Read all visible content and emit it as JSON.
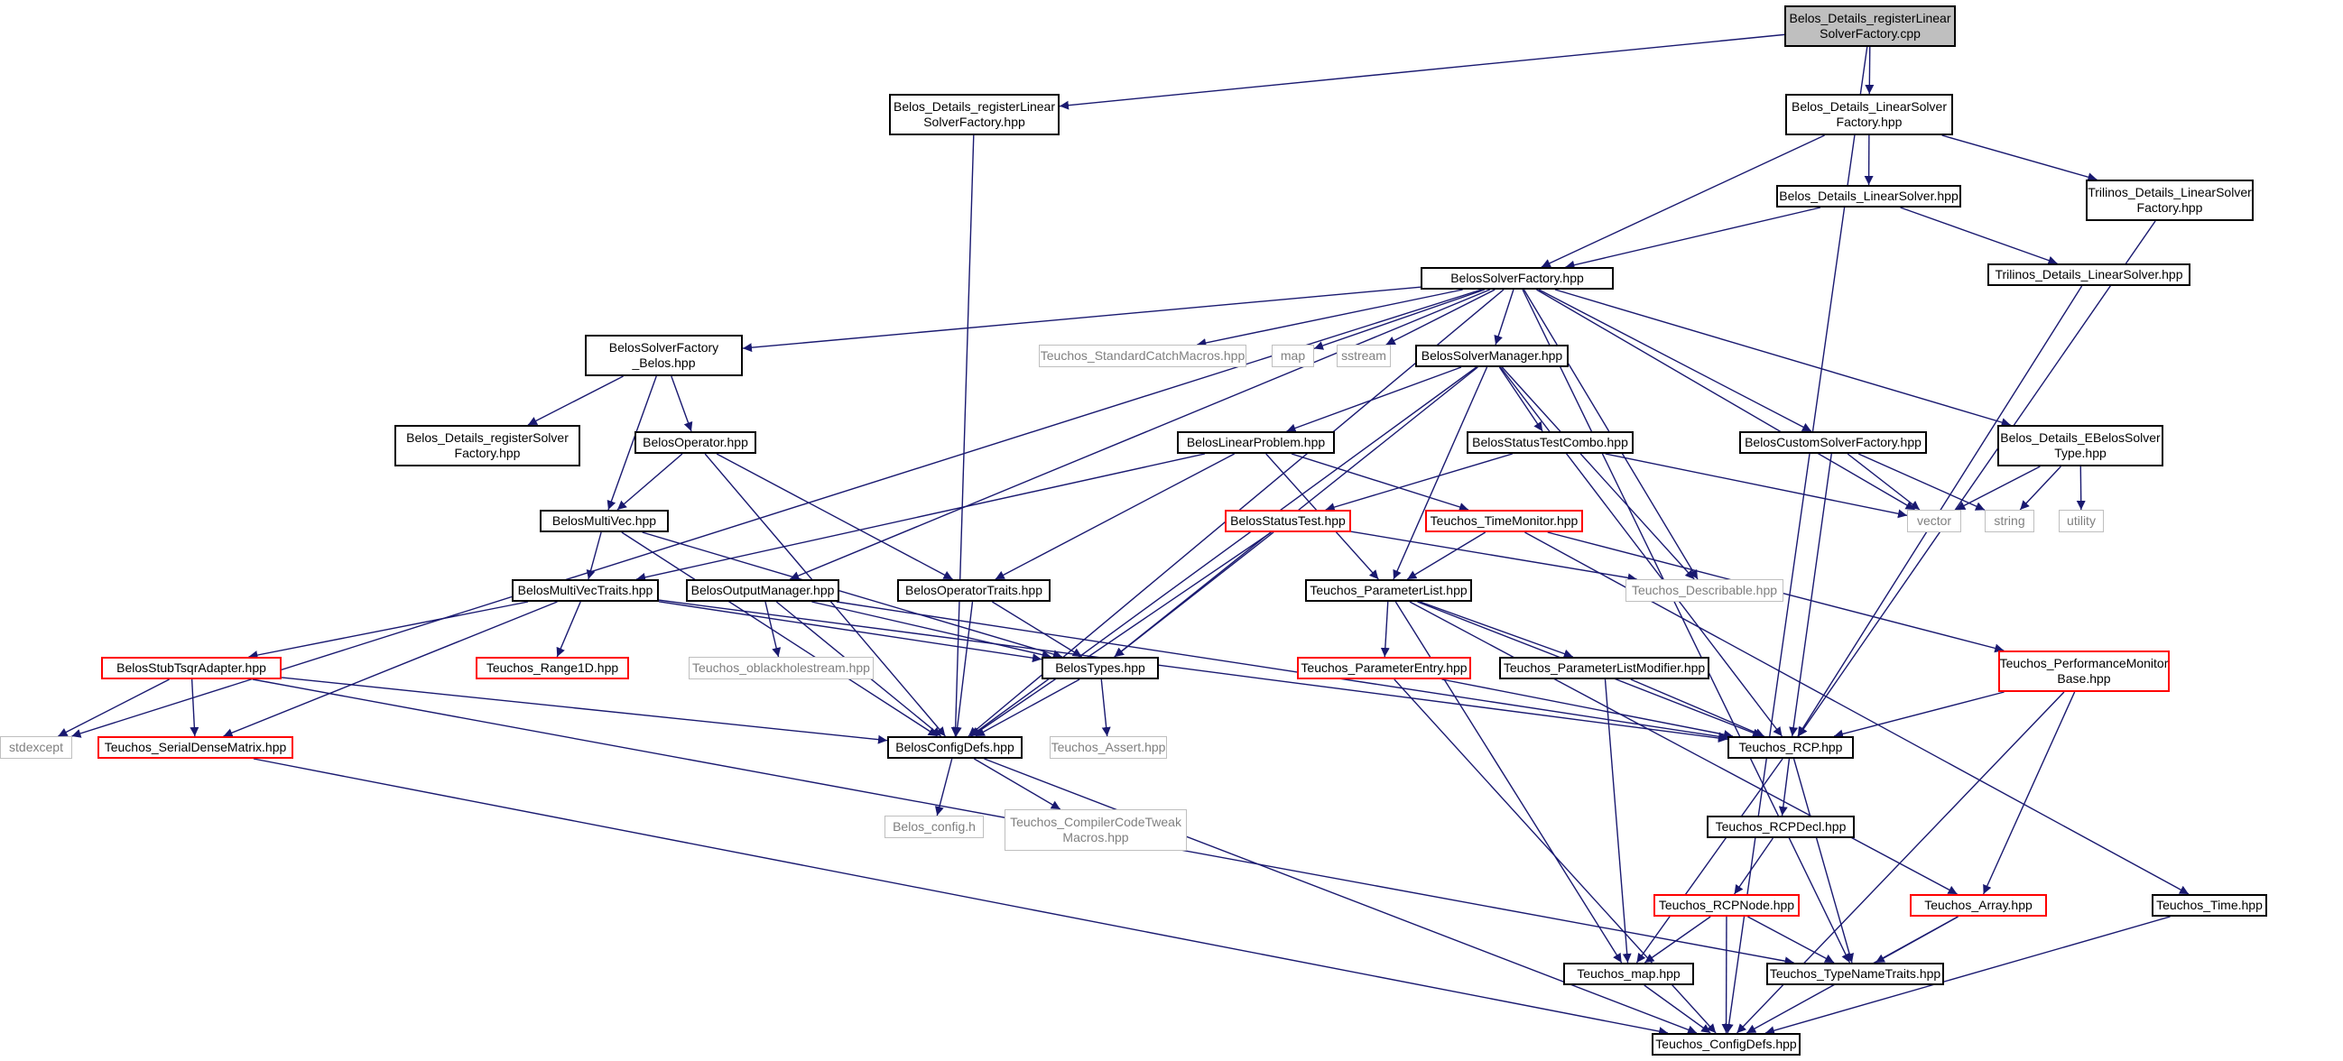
{
  "colors": {
    "edge": "#191970",
    "node_border": "#000000",
    "incomplete_border": "#ff0000",
    "external_border": "#bfbfbf",
    "external_text": "#7f7f7f",
    "root_fill": "#bfbfbf"
  },
  "nodes": [
    {
      "id": "n0",
      "label": "Belos_Details_registerLinear\nSolverFactory.cpp",
      "style": "root"
    },
    {
      "id": "n1",
      "label": "Belos_Details_registerLinear\nSolverFactory.hpp",
      "style": "normal"
    },
    {
      "id": "n2",
      "label": "Belos_Details_LinearSolver\nFactory.hpp",
      "style": "normal"
    },
    {
      "id": "n3",
      "label": "Belos_Details_LinearSolver.hpp",
      "style": "normal"
    },
    {
      "id": "n4",
      "label": "Trilinos_Details_LinearSolver\nFactory.hpp",
      "style": "normal"
    },
    {
      "id": "n5",
      "label": "BelosSolverFactory.hpp",
      "style": "normal"
    },
    {
      "id": "n6",
      "label": "Trilinos_Details_LinearSolver.hpp",
      "style": "normal"
    },
    {
      "id": "n7",
      "label": "BelosSolverFactory\n_Belos.hpp",
      "style": "normal"
    },
    {
      "id": "n8",
      "label": "Teuchos_StandardCatchMacros.hpp",
      "style": "external"
    },
    {
      "id": "n9",
      "label": "map",
      "style": "external"
    },
    {
      "id": "n10",
      "label": "sstream",
      "style": "external"
    },
    {
      "id": "n11",
      "label": "BelosSolverManager.hpp",
      "style": "normal"
    },
    {
      "id": "n12",
      "label": "Belos_Details_registerSolver\nFactory.hpp",
      "style": "normal"
    },
    {
      "id": "n13",
      "label": "BelosOperator.hpp",
      "style": "normal"
    },
    {
      "id": "n14",
      "label": "BelosLinearProblem.hpp",
      "style": "normal"
    },
    {
      "id": "n15",
      "label": "BelosStatusTestCombo.hpp",
      "style": "normal"
    },
    {
      "id": "n16",
      "label": "BelosCustomSolverFactory.hpp",
      "style": "normal"
    },
    {
      "id": "n17",
      "label": "Belos_Details_EBelosSolver\nType.hpp",
      "style": "normal"
    },
    {
      "id": "n18",
      "label": "BelosMultiVec.hpp",
      "style": "normal"
    },
    {
      "id": "n19",
      "label": "BelosStatusTest.hpp",
      "style": "red"
    },
    {
      "id": "n20",
      "label": "Teuchos_TimeMonitor.hpp",
      "style": "red"
    },
    {
      "id": "n21",
      "label": "vector",
      "style": "external"
    },
    {
      "id": "n22",
      "label": "string",
      "style": "external"
    },
    {
      "id": "n23",
      "label": "utility",
      "style": "external"
    },
    {
      "id": "n24",
      "label": "BelosMultiVecTraits.hpp",
      "style": "normal"
    },
    {
      "id": "n25",
      "label": "BelosOutputManager.hpp",
      "style": "normal"
    },
    {
      "id": "n26",
      "label": "BelosOperatorTraits.hpp",
      "style": "normal"
    },
    {
      "id": "n27",
      "label": "Teuchos_ParameterList.hpp",
      "style": "normal"
    },
    {
      "id": "n28",
      "label": "Teuchos_Describable.hpp",
      "style": "external"
    },
    {
      "id": "n29",
      "label": "BelosStubTsqrAdapter.hpp",
      "style": "red"
    },
    {
      "id": "n30",
      "label": "Teuchos_Range1D.hpp",
      "style": "red"
    },
    {
      "id": "n31",
      "label": "Teuchos_oblackholestream.hpp",
      "style": "external"
    },
    {
      "id": "n32",
      "label": "BelosTypes.hpp",
      "style": "normal"
    },
    {
      "id": "n33",
      "label": "Teuchos_ParameterEntry.hpp",
      "style": "red"
    },
    {
      "id": "n34",
      "label": "Teuchos_ParameterListModifier.hpp",
      "style": "normal"
    },
    {
      "id": "n35",
      "label": "Teuchos_PerformanceMonitor\nBase.hpp",
      "style": "red"
    },
    {
      "id": "n36",
      "label": "stdexcept",
      "style": "external"
    },
    {
      "id": "n37",
      "label": "Teuchos_SerialDenseMatrix.hpp",
      "style": "red"
    },
    {
      "id": "n38",
      "label": "BelosConfigDefs.hpp",
      "style": "normal"
    },
    {
      "id": "n39",
      "label": "Teuchos_Assert.hpp",
      "style": "external"
    },
    {
      "id": "n40",
      "label": "Teuchos_RCP.hpp",
      "style": "normal"
    },
    {
      "id": "n41",
      "label": "Belos_config.h",
      "style": "external"
    },
    {
      "id": "n42",
      "label": "Teuchos_CompilerCodeTweak\nMacros.hpp",
      "style": "external"
    },
    {
      "id": "n43",
      "label": "Teuchos_RCPDecl.hpp",
      "style": "normal"
    },
    {
      "id": "n44",
      "label": "Teuchos_RCPNode.hpp",
      "style": "red"
    },
    {
      "id": "n45",
      "label": "Teuchos_Array.hpp",
      "style": "red"
    },
    {
      "id": "n46",
      "label": "Teuchos_Time.hpp",
      "style": "normal"
    },
    {
      "id": "n47",
      "label": "Teuchos_map.hpp",
      "style": "normal"
    },
    {
      "id": "n48",
      "label": "Teuchos_TypeNameTraits.hpp",
      "style": "normal"
    },
    {
      "id": "n49",
      "label": "Teuchos_ConfigDefs.hpp",
      "style": "normal"
    }
  ],
  "edges": [
    [
      "n0",
      "n1"
    ],
    [
      "n0",
      "n2"
    ],
    [
      "n0",
      "n49"
    ],
    [
      "n1",
      "n38"
    ],
    [
      "n2",
      "n3"
    ],
    [
      "n2",
      "n4"
    ],
    [
      "n2",
      "n5"
    ],
    [
      "n3",
      "n5"
    ],
    [
      "n3",
      "n6"
    ],
    [
      "n4",
      "n40"
    ],
    [
      "n6",
      "n40"
    ],
    [
      "n5",
      "n7"
    ],
    [
      "n5",
      "n8"
    ],
    [
      "n5",
      "n9"
    ],
    [
      "n5",
      "n10"
    ],
    [
      "n5",
      "n11"
    ],
    [
      "n5",
      "n16"
    ],
    [
      "n5",
      "n17"
    ],
    [
      "n5",
      "n21"
    ],
    [
      "n5",
      "n28"
    ],
    [
      "n5",
      "n25"
    ],
    [
      "n5",
      "n38"
    ],
    [
      "n5",
      "n36"
    ],
    [
      "n5",
      "n48"
    ],
    [
      "n7",
      "n12"
    ],
    [
      "n7",
      "n13"
    ],
    [
      "n7",
      "n18"
    ],
    [
      "n13",
      "n18"
    ],
    [
      "n13",
      "n26"
    ],
    [
      "n13",
      "n38"
    ],
    [
      "n11",
      "n14"
    ],
    [
      "n11",
      "n15"
    ],
    [
      "n11",
      "n27"
    ],
    [
      "n11",
      "n32"
    ],
    [
      "n11",
      "n28"
    ],
    [
      "n11",
      "n40"
    ],
    [
      "n11",
      "n38"
    ],
    [
      "n14",
      "n24"
    ],
    [
      "n14",
      "n26"
    ],
    [
      "n14",
      "n20"
    ],
    [
      "n14",
      "n27"
    ],
    [
      "n15",
      "n19"
    ],
    [
      "n15",
      "n21"
    ],
    [
      "n16",
      "n21"
    ],
    [
      "n16",
      "n22"
    ],
    [
      "n16",
      "n40"
    ],
    [
      "n17",
      "n21"
    ],
    [
      "n17",
      "n22"
    ],
    [
      "n17",
      "n23"
    ],
    [
      "n18",
      "n24"
    ],
    [
      "n18",
      "n32"
    ],
    [
      "n18",
      "n38"
    ],
    [
      "n19",
      "n32"
    ],
    [
      "n19",
      "n28"
    ],
    [
      "n19",
      "n38"
    ],
    [
      "n20",
      "n27"
    ],
    [
      "n20",
      "n35"
    ],
    [
      "n20",
      "n46"
    ],
    [
      "n24",
      "n29"
    ],
    [
      "n24",
      "n30"
    ],
    [
      "n24",
      "n37"
    ],
    [
      "n24",
      "n32"
    ],
    [
      "n24",
      "n40"
    ],
    [
      "n25",
      "n31"
    ],
    [
      "n25",
      "n32"
    ],
    [
      "n25",
      "n38"
    ],
    [
      "n25",
      "n40"
    ],
    [
      "n26",
      "n32"
    ],
    [
      "n26",
      "n38"
    ],
    [
      "n27",
      "n33"
    ],
    [
      "n27",
      "n34"
    ],
    [
      "n27",
      "n40"
    ],
    [
      "n27",
      "n45"
    ],
    [
      "n27",
      "n47"
    ],
    [
      "n29",
      "n36"
    ],
    [
      "n29",
      "n37"
    ],
    [
      "n29",
      "n38"
    ],
    [
      "n29",
      "n48"
    ],
    [
      "n32",
      "n38"
    ],
    [
      "n32",
      "n39"
    ],
    [
      "n33",
      "n40"
    ],
    [
      "n33",
      "n49"
    ],
    [
      "n34",
      "n40"
    ],
    [
      "n34",
      "n47"
    ],
    [
      "n35",
      "n40"
    ],
    [
      "n35",
      "n45"
    ],
    [
      "n35",
      "n49"
    ],
    [
      "n37",
      "n49"
    ],
    [
      "n38",
      "n41"
    ],
    [
      "n38",
      "n42"
    ],
    [
      "n38",
      "n49"
    ],
    [
      "n40",
      "n43"
    ],
    [
      "n40",
      "n47"
    ],
    [
      "n40",
      "n48"
    ],
    [
      "n43",
      "n44"
    ],
    [
      "n44",
      "n47"
    ],
    [
      "n44",
      "n48"
    ],
    [
      "n44",
      "n49"
    ],
    [
      "n45",
      "n48"
    ],
    [
      "n45",
      "n49"
    ],
    [
      "n46",
      "n49"
    ],
    [
      "n47",
      "n49"
    ]
  ]
}
